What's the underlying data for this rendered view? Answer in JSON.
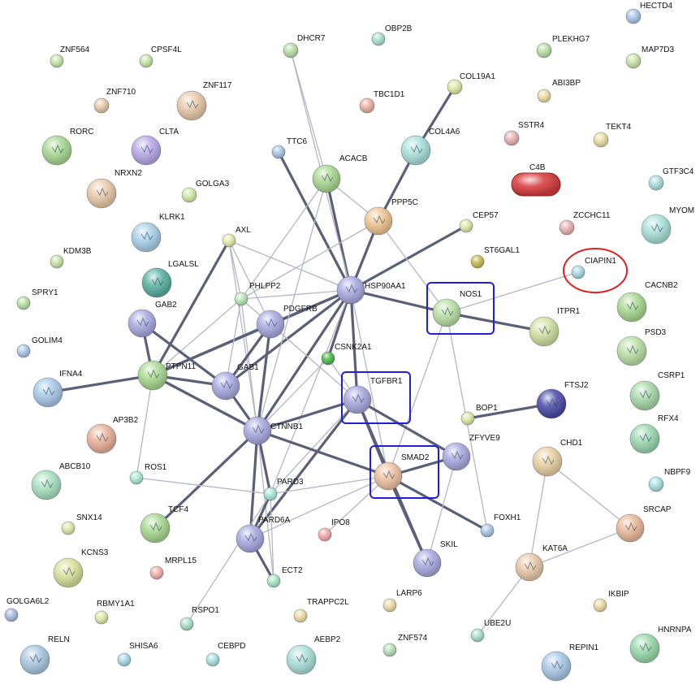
{
  "network": {
    "nodes": [
      {
        "id": "HECTD4",
        "color": "#a9c4e8"
      },
      {
        "id": "ZNF564",
        "color": "#c6e6a6"
      },
      {
        "id": "CPSF4L",
        "color": "#c6e6a6"
      },
      {
        "id": "DHCR7",
        "color": "#b8e0a4"
      },
      {
        "id": "OBP2B",
        "color": "#a8e0cc"
      },
      {
        "id": "PLEKHG7",
        "color": "#b8e0a4"
      },
      {
        "id": "MAP7D3",
        "color": "#c6e6a6"
      },
      {
        "id": "ZNF710",
        "color": "#e8c8a8"
      },
      {
        "id": "ZNF117",
        "color": "#e8c8a8"
      },
      {
        "id": "TBC1D1",
        "color": "#eab0a0"
      },
      {
        "id": "COL19A1",
        "color": "#dce8a4"
      },
      {
        "id": "ABI3BP",
        "color": "#ecdca0"
      },
      {
        "id": "RORC",
        "color": "#a8d890"
      },
      {
        "id": "CLTA",
        "color": "#b8a8e8"
      },
      {
        "id": "TTC6",
        "color": "#a9c4e8"
      },
      {
        "id": "COL4A6",
        "color": "#a8e0d8"
      },
      {
        "id": "SSTR4",
        "color": "#eab0b0"
      },
      {
        "id": "TEKT4",
        "color": "#ecdca0"
      },
      {
        "id": "NRXN2",
        "color": "#e8c8a8"
      },
      {
        "id": "GOLGA3",
        "color": "#d0eaa8"
      },
      {
        "id": "ACACB",
        "color": "#a8d890"
      },
      {
        "id": "C4B",
        "color": "#d83a3a"
      },
      {
        "id": "GTF3C4",
        "color": "#a8e0d8"
      },
      {
        "id": "MYOM",
        "color": "#a8e0d8"
      },
      {
        "id": "KLRK1",
        "color": "#a8d0e8"
      },
      {
        "id": "AXL",
        "color": "#e8eaa8"
      },
      {
        "id": "PPP5C",
        "color": "#f0c490"
      },
      {
        "id": "CEP57",
        "color": "#dce8a4"
      },
      {
        "id": "ZCCHC11",
        "color": "#eab0b0"
      },
      {
        "id": "KDM3B",
        "color": "#c6e6a6"
      },
      {
        "id": "ST6GAL1",
        "color": "#c8b850"
      },
      {
        "id": "LGALSL",
        "color": "#58b0a0"
      },
      {
        "id": "CIAPIN1",
        "color": "#a8d8e0"
      },
      {
        "id": "SPRY1",
        "color": "#b8e0a4"
      },
      {
        "id": "GAB2",
        "color": "#a8a8e0"
      },
      {
        "id": "PHLPP2",
        "color": "#b8e8b8"
      },
      {
        "id": "HSP90AA1",
        "color": "#a8a8e0"
      },
      {
        "id": "NOS1",
        "color": "#b8e0a4"
      },
      {
        "id": "CACNB2",
        "color": "#a8d890"
      },
      {
        "id": "PDGFRB",
        "color": "#a8a8e0"
      },
      {
        "id": "ITPR1",
        "color": "#d0e0a0"
      },
      {
        "id": "GOLIM4",
        "color": "#a9c4e8"
      },
      {
        "id": "PSD3",
        "color": "#b8e0a4"
      },
      {
        "id": "PTPN11",
        "color": "#a8d890"
      },
      {
        "id": "CSNK2A1",
        "color": "#4cb848"
      },
      {
        "id": "IFNA4",
        "color": "#a8c8e8"
      },
      {
        "id": "GAB1",
        "color": "#a8a8e0"
      },
      {
        "id": "TGFBR1",
        "color": "#a8a8e0"
      },
      {
        "id": "CSRP1",
        "color": "#a8d8a8"
      },
      {
        "id": "FTSJ2",
        "color": "#4848a8"
      },
      {
        "id": "RFX4",
        "color": "#98d8b0"
      },
      {
        "id": "AP3B2",
        "color": "#e8b098"
      },
      {
        "id": "BOP1",
        "color": "#dce8a4"
      },
      {
        "id": "CTNNB1",
        "color": "#a8a8e0"
      },
      {
        "id": "CHD1",
        "color": "#e8d0a0"
      },
      {
        "id": "ZFYVE9",
        "color": "#a8a8e0"
      },
      {
        "id": "ABCB10",
        "color": "#a8e0c0"
      },
      {
        "id": "SMAD2",
        "color": "#f0c0a0"
      },
      {
        "id": "NBPF9",
        "color": "#a8e0e0"
      },
      {
        "id": "ROS1",
        "color": "#a8e8d0"
      },
      {
        "id": "PARD3",
        "color": "#a8e8d8"
      },
      {
        "id": "SNX14",
        "color": "#dce8a4"
      },
      {
        "id": "TCF4",
        "color": "#a8d890"
      },
      {
        "id": "PARD6A",
        "color": "#a8a8e0"
      },
      {
        "id": "IPO8",
        "color": "#f0a8a8"
      },
      {
        "id": "FOXH1",
        "color": "#a8c4e8"
      },
      {
        "id": "SRCAP",
        "color": "#e8b898"
      },
      {
        "id": "KCNS3",
        "color": "#d8e098"
      },
      {
        "id": "MRPL15",
        "color": "#f0b0a8"
      },
      {
        "id": "SKIL",
        "color": "#a8a8e0"
      },
      {
        "id": "KAT6A",
        "color": "#e8c8a8"
      },
      {
        "id": "ECT2",
        "color": "#a8e8c0"
      },
      {
        "id": "IKBIP",
        "color": "#ecdca0"
      },
      {
        "id": "GOLGA6L2",
        "color": "#a8b8e0"
      },
      {
        "id": "RBMY1A1",
        "color": "#dce8a4"
      },
      {
        "id": "RSPO1",
        "color": "#a8e0c8"
      },
      {
        "id": "TRAPPC2L",
        "color": "#ecdca0"
      },
      {
        "id": "LARP6",
        "color": "#ecdca0"
      },
      {
        "id": "UBE2U",
        "color": "#a8e0c8"
      },
      {
        "id": "HNRNPA",
        "color": "#98d8a8"
      },
      {
        "id": "RELN",
        "color": "#a8c8e0"
      },
      {
        "id": "SHISA6",
        "color": "#a8d8e8"
      },
      {
        "id": "CEBPD",
        "color": "#a8e0e0"
      },
      {
        "id": "AEBP2",
        "color": "#a8e0d8"
      },
      {
        "id": "ZNF574",
        "color": "#b8e0b8"
      },
      {
        "id": "REPIN1",
        "color": "#a8c8e8"
      }
    ],
    "edges": [
      [
        "HSP90AA1",
        "ACACB"
      ],
      [
        "HSP90AA1",
        "PPP5C"
      ],
      [
        "HSP90AA1",
        "TTC6"
      ],
      [
        "HSP90AA1",
        "AXL"
      ],
      [
        "HSP90AA1",
        "PHLPP2"
      ],
      [
        "HSP90AA1",
        "PDGFRB"
      ],
      [
        "HSP90AA1",
        "NOS1"
      ],
      [
        "HSP90AA1",
        "CEP57"
      ],
      [
        "HSP90AA1",
        "CSNK2A1"
      ],
      [
        "HSP90AA1",
        "TGFBR1"
      ],
      [
        "HSP90AA1",
        "CTNNB1"
      ],
      [
        "HSP90AA1",
        "GAB1"
      ],
      [
        "HSP90AA1",
        "PTPN11"
      ],
      [
        "HSP90AA1",
        "DHCR7"
      ],
      [
        "HSP90AA1",
        "PARD3"
      ],
      [
        "HSP90AA1",
        "SMAD2"
      ],
      [
        "PPP5C",
        "COL4A6"
      ],
      [
        "PPP5C",
        "ACACB"
      ],
      [
        "PPP5C",
        "NOS1"
      ],
      [
        "PPP5C",
        "PHLPP2"
      ],
      [
        "COL4A6",
        "COL19A1"
      ],
      [
        "ACACB",
        "DHCR7"
      ],
      [
        "ACACB",
        "PHLPP2"
      ],
      [
        "ACACB",
        "CTNNB1"
      ],
      [
        "NOS1",
        "ITPR1"
      ],
      [
        "NOS1",
        "CIAPIN1"
      ],
      [
        "NOS1",
        "SMAD2"
      ],
      [
        "TGFBR1",
        "SMAD2"
      ],
      [
        "TGFBR1",
        "CTNNB1"
      ],
      [
        "TGFBR1",
        "ZFYVE9"
      ],
      [
        "TGFBR1",
        "PARD6A"
      ],
      [
        "TGFBR1",
        "PARD3"
      ],
      [
        "TGFBR1",
        "SKIL"
      ],
      [
        "TGFBR1",
        "CSNK2A1"
      ],
      [
        "TGFBR1",
        "PDGFRB"
      ],
      [
        "SMAD2",
        "ZFYVE9"
      ],
      [
        "SMAD2",
        "FOXH1"
      ],
      [
        "SMAD2",
        "SKIL"
      ],
      [
        "SMAD2",
        "CTNNB1"
      ],
      [
        "SMAD2",
        "PARD3"
      ],
      [
        "SMAD2",
        "IPO8"
      ],
      [
        "SMAD2",
        "PARD6A"
      ],
      [
        "CTNNB1",
        "PTPN11"
      ],
      [
        "CTNNB1",
        "GAB1"
      ],
      [
        "CTNNB1",
        "PDGFRB"
      ],
      [
        "CTNNB1",
        "TCF4"
      ],
      [
        "CTNNB1",
        "PARD3"
      ],
      [
        "CTNNB1",
        "PARD6A"
      ],
      [
        "CTNNB1",
        "ECT2"
      ],
      [
        "CTNNB1",
        "CSNK2A1"
      ],
      [
        "CTNNB1",
        "AXL"
      ],
      [
        "CTNNB1",
        "PHLPP2"
      ],
      [
        "PTPN11",
        "GAB2"
      ],
      [
        "PTPN11",
        "GAB1"
      ],
      [
        "PTPN11",
        "PDGFRB"
      ],
      [
        "PTPN11",
        "IFNA4"
      ],
      [
        "PTPN11",
        "AXL"
      ],
      [
        "PTPN11",
        "ROS1"
      ],
      [
        "PTPN11",
        "PHLPP2"
      ],
      [
        "PTPN11",
        "CTNNB1"
      ],
      [
        "GAB2",
        "GAB1"
      ],
      [
        "GAB1",
        "PDGFRB"
      ],
      [
        "PDGFRB",
        "AXL"
      ],
      [
        "AXL",
        "PHLPP2"
      ],
      [
        "PHLPP2",
        "PDGFRB"
      ],
      [
        "PHLPP2",
        "GAB1"
      ],
      [
        "PARD3",
        "PARD6A"
      ],
      [
        "PARD3",
        "ECT2"
      ],
      [
        "PARD3",
        "ROS1"
      ],
      [
        "PARD6A",
        "ECT2"
      ],
      [
        "PARD3",
        "RSPO1"
      ],
      [
        "ZFYVE9",
        "SKIL"
      ],
      [
        "FOXH1",
        "NOS1"
      ],
      [
        "FTSJ2",
        "BOP1"
      ],
      [
        "CHD1",
        "SRCAP"
      ],
      [
        "CHD1",
        "KAT6A"
      ],
      [
        "KAT6A",
        "SRCAP"
      ],
      [
        "KAT6A",
        "UBE2U"
      ]
    ],
    "highlights": {
      "boxed": [
        "NOS1",
        "TGFBR1",
        "SMAD2"
      ],
      "circled": [
        "CIAPIN1"
      ],
      "box_color": "#2020d8",
      "circle_color": "#e02020"
    }
  }
}
